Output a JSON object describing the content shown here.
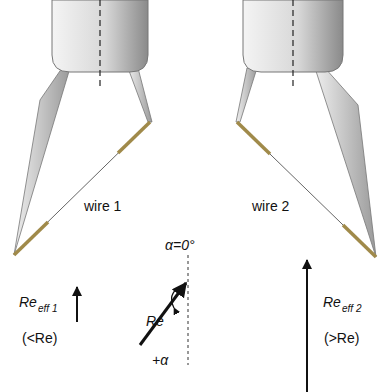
{
  "diagram": {
    "labels": [
      "wire 1",
      "wire 2",
      "Re",
      "eff 1",
      "(<Re)",
      "α=0°",
      "Re",
      "+α",
      "Re",
      "eff 2",
      "(>Re)"
    ]
  }
}
